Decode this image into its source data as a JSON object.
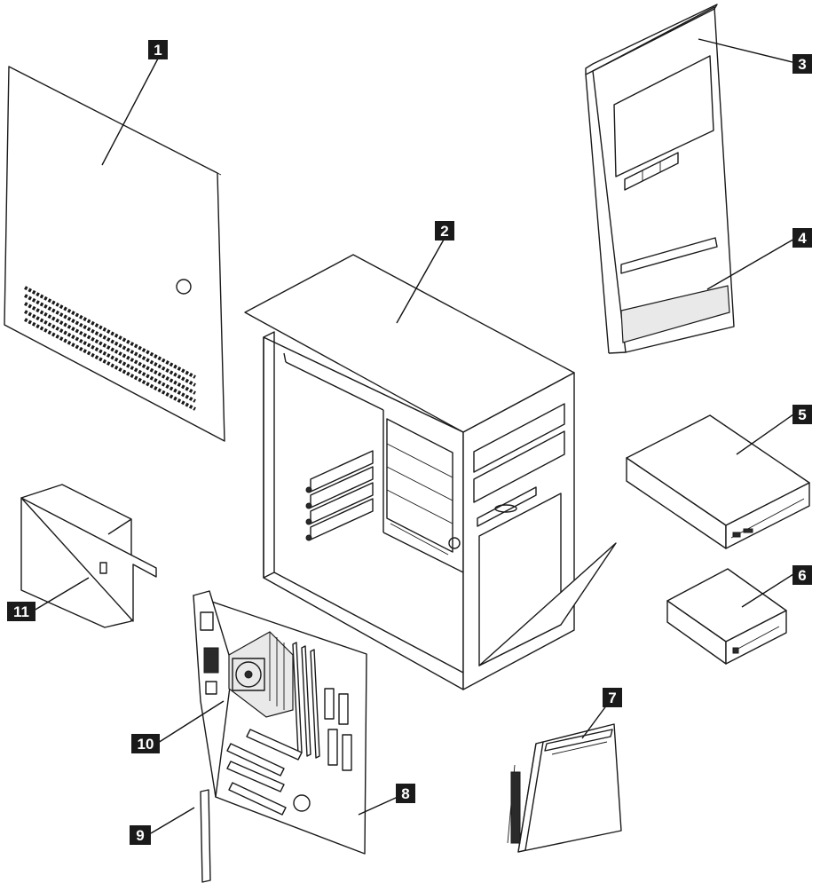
{
  "callouts": [
    {
      "id": "1",
      "label": "1"
    },
    {
      "id": "2",
      "label": "2"
    },
    {
      "id": "3",
      "label": "3"
    },
    {
      "id": "4",
      "label": "4"
    },
    {
      "id": "5",
      "label": "5"
    },
    {
      "id": "6",
      "label": "6"
    },
    {
      "id": "7",
      "label": "7"
    },
    {
      "id": "8",
      "label": "8"
    },
    {
      "id": "9",
      "label": "9"
    },
    {
      "id": "10",
      "label": "10"
    },
    {
      "id": "11",
      "label": "11"
    }
  ],
  "colors": {
    "line": "#1a1a1a",
    "callout_bg": "#1a1a1a",
    "callout_fg": "#ffffff",
    "background": "#ffffff"
  }
}
